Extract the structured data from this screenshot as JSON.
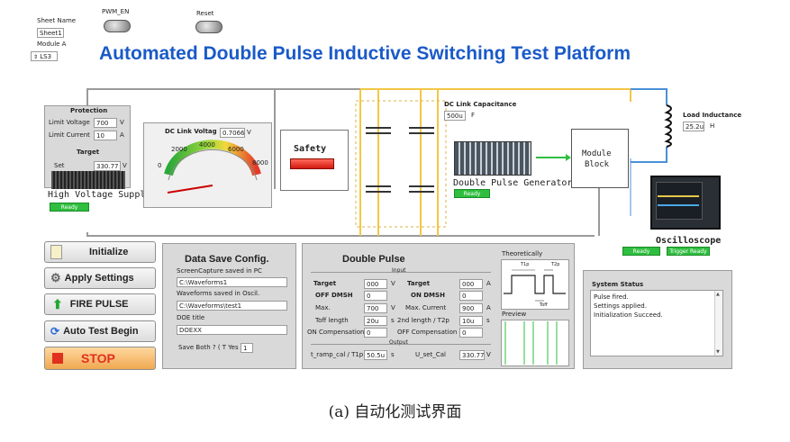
{
  "header": {
    "sheet_name_label": "Sheet Name",
    "sheet_name_value": "Sheet1",
    "module_label": "Module A",
    "module_value": "LS3",
    "pwm_label": "PWM_EN",
    "reset_label": "Reset",
    "title": "Automated Double Pulse Inductive Switching Test Platform"
  },
  "protection": {
    "title": "Protection",
    "limit_voltage_label": "Limit Voltage",
    "limit_voltage_value": "700",
    "limit_voltage_unit": "V",
    "limit_current_label": "Limit Current",
    "limit_current_value": "10",
    "limit_current_unit": "A",
    "target_title": "Target",
    "set_label": "Set",
    "set_value": "330.77",
    "set_unit": "V",
    "device_label": "High Voltage Supply",
    "ready": "Ready"
  },
  "dc_link": {
    "label": "DC Link Voltag",
    "value": "0.7066",
    "unit": "V",
    "ticks": [
      "0",
      "2000",
      "4000",
      "6000",
      "8000"
    ],
    "needle_fraction": 0.0
  },
  "safety": {
    "label": "Safety"
  },
  "capacitance": {
    "label": "DC Link Capacitance",
    "value": "500u",
    "unit": "F"
  },
  "generator": {
    "label": "Double Pulse Generator",
    "ready": "Ready"
  },
  "module": {
    "line1": "Module",
    "line2": "Block"
  },
  "inductance": {
    "label": "Load Inductance",
    "value": "25.2u",
    "unit": "H"
  },
  "oscilloscope": {
    "label": "Oscilloscope",
    "ready": "Ready",
    "trigger": "Trigger Ready"
  },
  "buttons": {
    "initialize": "Initialize",
    "apply": "Apply Settings",
    "fire": "FIRE PULSE",
    "auto": "Auto Test Begin",
    "stop": "STOP"
  },
  "save": {
    "title": "Data Save Config.",
    "capture_label": "ScreenCapture  saved in PC",
    "capture_path": "C:\\Waveforms1",
    "waveforms_label": "Waveforms saved  in Oscil.",
    "waveforms_path": "C:\\Waveforms\\test1",
    "doe_label": "DOE title",
    "doe_value": "DOEXX",
    "both_label": "Save Both ? ( T Yes",
    "both_value": "1"
  },
  "pulse": {
    "title": "Double Pulse",
    "input_label": "Input",
    "output_label": "Output",
    "left": {
      "target_label": "Target",
      "target_value": "000",
      "target_unit": "V",
      "off_label": "OFF DMSH",
      "off_value": "0",
      "max_label": "Max.",
      "max_value": "700",
      "max_unit": "V",
      "toff_label": "Toff length",
      "toff_value": "20u",
      "toff_unit": "s",
      "onc_label": "ON Compensation",
      "onc_value": "0",
      "tramp_label": "t_ramp_cal / T1p",
      "tramp_value": "50.5u",
      "tramp_unit": "s"
    },
    "right": {
      "target_label": "Target",
      "target_value": "000",
      "target_unit": "A",
      "on_label": "ON DMSH",
      "on_value": "0",
      "max_label": "Max. Current",
      "max_value": "900",
      "max_unit": "A",
      "len_label": "2nd length / T2p",
      "len_value": "10u",
      "len_unit": "s",
      "offc_label": "OFF Compensation",
      "offc_value": "0",
      "uset_label": "U_set_Cal",
      "uset_value": "330.77",
      "uset_unit": "V"
    },
    "theoretically": "Theoretically",
    "t1p": "T1p",
    "t2p": "T2p",
    "toff": "Toff",
    "preview": "Preview"
  },
  "status": {
    "title": "System Status",
    "lines": [
      "Pulse fired.",
      "Settings applied.",
      "Initialization Succeed."
    ]
  },
  "caption": "(a)  自动化测试界面",
  "colors": {
    "title_blue": "#1a5ac8",
    "wire_yellow": "#f2c744",
    "wire_blue": "#4a90d9",
    "ready_green": "#2fbe3f",
    "stop_red": "#e03020",
    "panel_gray": "#d9d9d9"
  }
}
